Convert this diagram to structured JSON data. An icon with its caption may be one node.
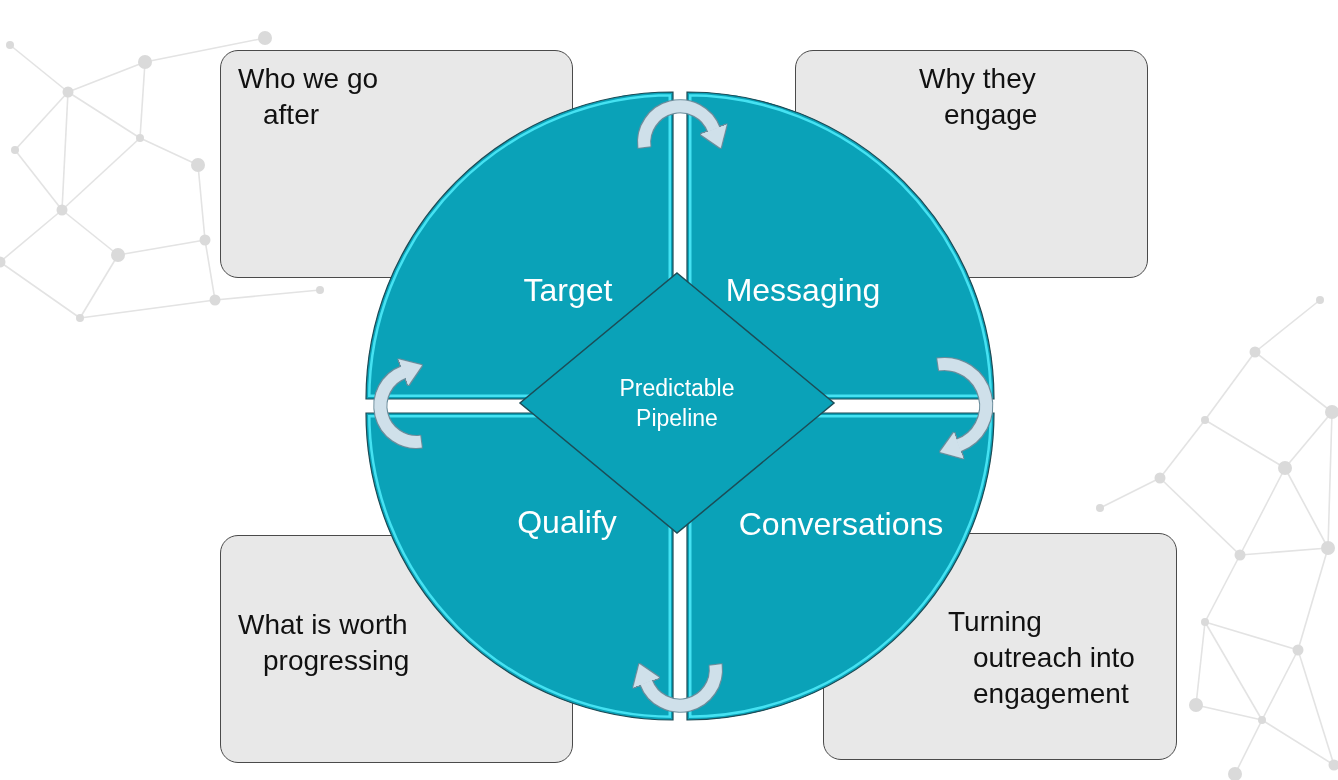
{
  "diagram": {
    "nodes": [
      {
        "text": [
          "Who we go after"
        ]
      },
      {
        "text": [
          "Why they engage"
        ]
      },
      {
        "text": [
          "Target"
        ]
      },
      {
        "text": [
          "Messaging"
        ]
      },
      {
        "text": [
          "Predictable Pipeline"
        ]
      },
      {
        "text": [
          "Qualify"
        ]
      },
      {
        "text": [
          "Conversations"
        ]
      },
      {
        "text": [
          "What is worth progressing"
        ]
      },
      {
        "text": [
          "Turning outreach into engagement"
        ]
      }
    ],
    "edges": [
      {
        "from": 2,
        "to": 3,
        "arrow": "to"
      },
      {
        "from": 3,
        "to": 6,
        "arrow": "to"
      },
      {
        "from": 6,
        "to": 5,
        "arrow": "to"
      },
      {
        "from": 5,
        "to": 2,
        "arrow": "to"
      }
    ]
  }
}
